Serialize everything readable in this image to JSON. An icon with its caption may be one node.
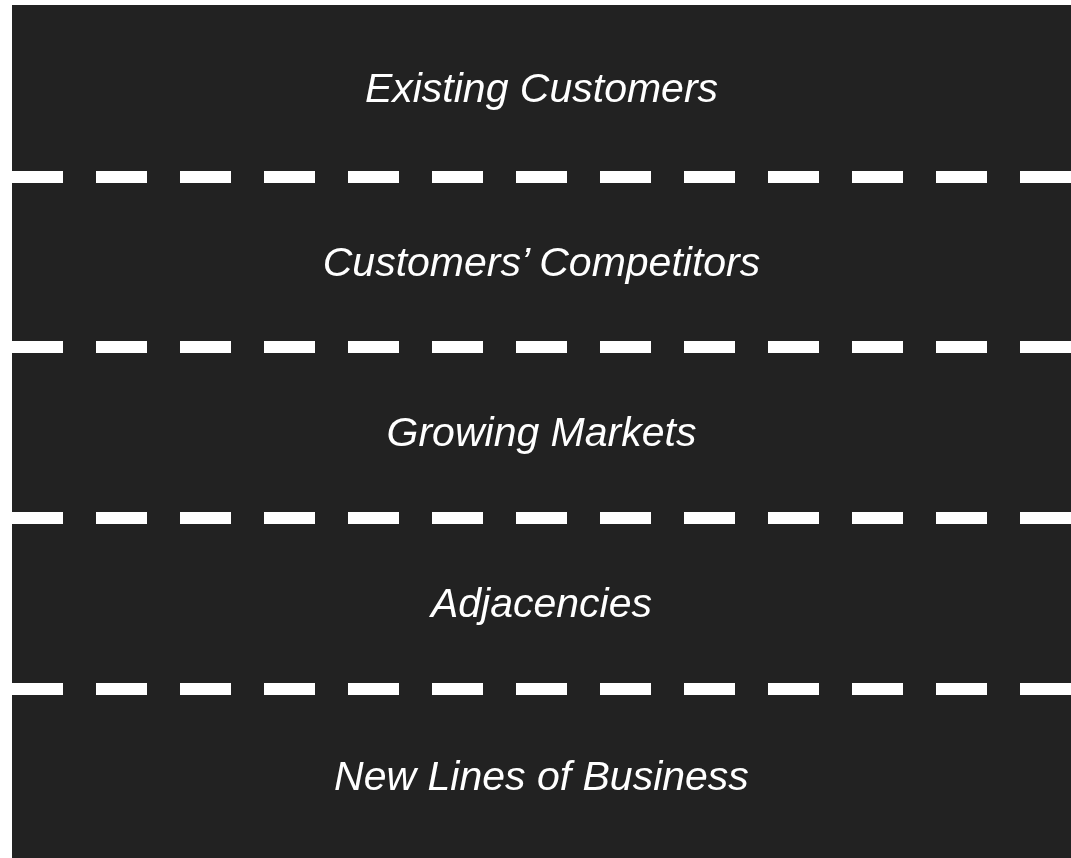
{
  "diagram": {
    "nodes": [
      {
        "text": [
          "Existing Customers"
        ]
      },
      {
        "text": [
          "Customers’ Competitors"
        ]
      },
      {
        "text": [
          "Growing Markets"
        ]
      },
      {
        "text": [
          "Adjacencies"
        ]
      },
      {
        "text": [
          "New Lines of Business"
        ]
      }
    ]
  }
}
